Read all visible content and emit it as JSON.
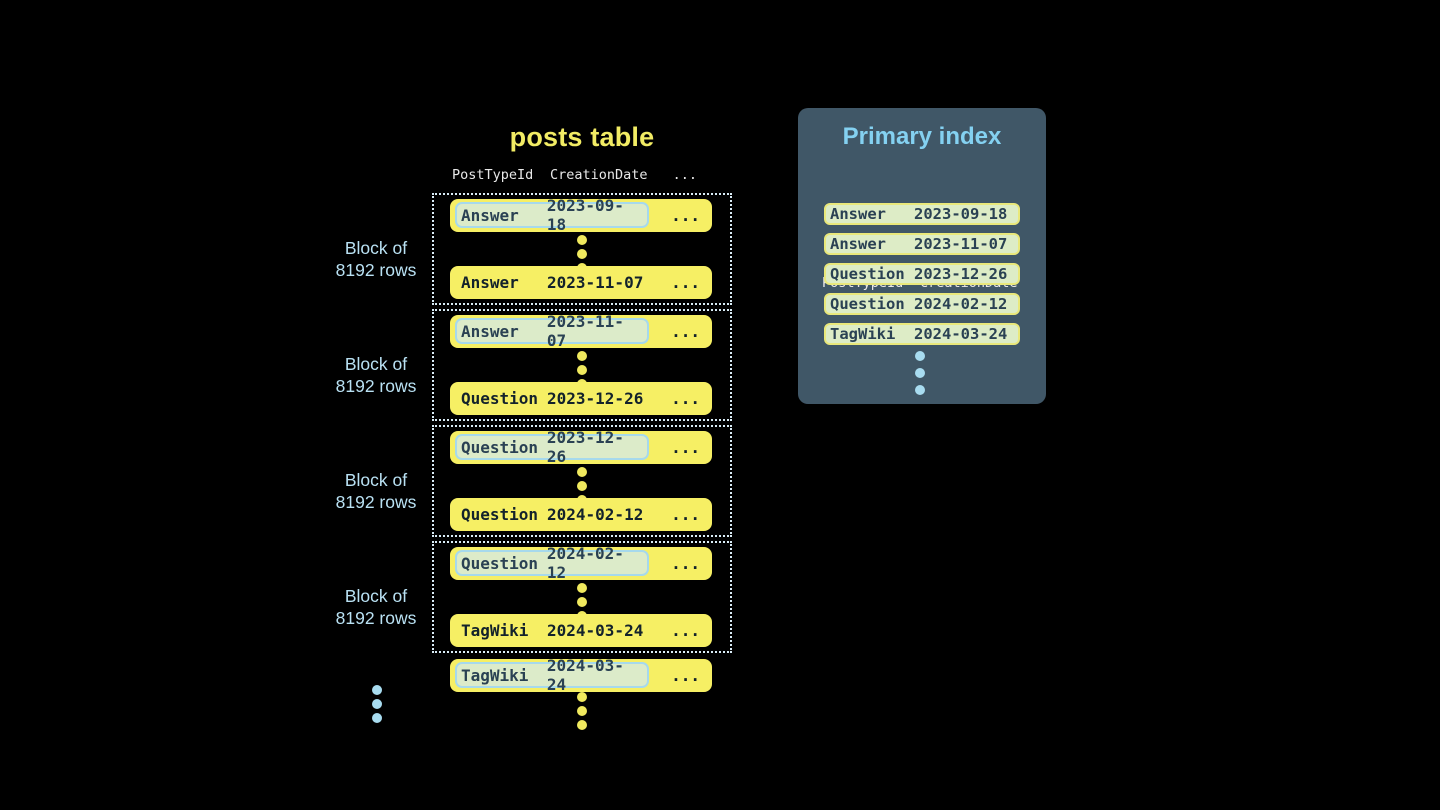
{
  "colors": {
    "background": "#000000",
    "row_yellow": "#f6ef64",
    "title_yellow": "#f2ec64",
    "row_text_dark": "#13222b",
    "highlight_fill": "#dcebc9",
    "highlight_border": "#a6d9ec",
    "highlight_text": "#2a4153",
    "dotted_block_border": "#d9ecf6",
    "block_label_blue": "#b9e1f3",
    "column_header_text": "#e8e8e8",
    "panel_background": "#405767",
    "panel_title_blue": "#84d1f1",
    "index_row_fill": "#ddecc6",
    "index_row_border": "#e9e87b",
    "yellow_dot": "#f0e95e",
    "blue_dot": "#a8dcf0"
  },
  "posts_table": {
    "title": "posts table",
    "headers": {
      "col1": "PostTypeId",
      "col2": "CreationDate",
      "more": "..."
    },
    "row_more": "...",
    "block_label_line1": "Block of",
    "block_label_line2": "8192 rows",
    "blocks": [
      {
        "first_row": {
          "post_type": "Answer",
          "creation_date": "2023-09-18"
        },
        "last_row": {
          "post_type": "Answer",
          "creation_date": "2023-11-07"
        }
      },
      {
        "first_row": {
          "post_type": "Answer",
          "creation_date": "2023-11-07"
        },
        "last_row": {
          "post_type": "Question",
          "creation_date": "2023-12-26"
        }
      },
      {
        "first_row": {
          "post_type": "Question",
          "creation_date": "2023-12-26"
        },
        "last_row": {
          "post_type": "Question",
          "creation_date": "2024-02-12"
        }
      },
      {
        "first_row": {
          "post_type": "Question",
          "creation_date": "2024-02-12"
        },
        "last_row": {
          "post_type": "TagWiki",
          "creation_date": "2024-03-24"
        }
      }
    ],
    "next_block_first_row": {
      "post_type": "TagWiki",
      "creation_date": "2024-03-24"
    }
  },
  "primary_index": {
    "title": "Primary index",
    "headers": {
      "col1": "PostTypeId",
      "col2": "CreationDate"
    },
    "rows": [
      {
        "post_type": "Answer",
        "creation_date": "2023-09-18"
      },
      {
        "post_type": "Answer",
        "creation_date": "2023-11-07"
      },
      {
        "post_type": "Question",
        "creation_date": "2023-12-26"
      },
      {
        "post_type": "Question",
        "creation_date": "2024-02-12"
      },
      {
        "post_type": "TagWiki",
        "creation_date": "2024-03-24"
      }
    ]
  }
}
